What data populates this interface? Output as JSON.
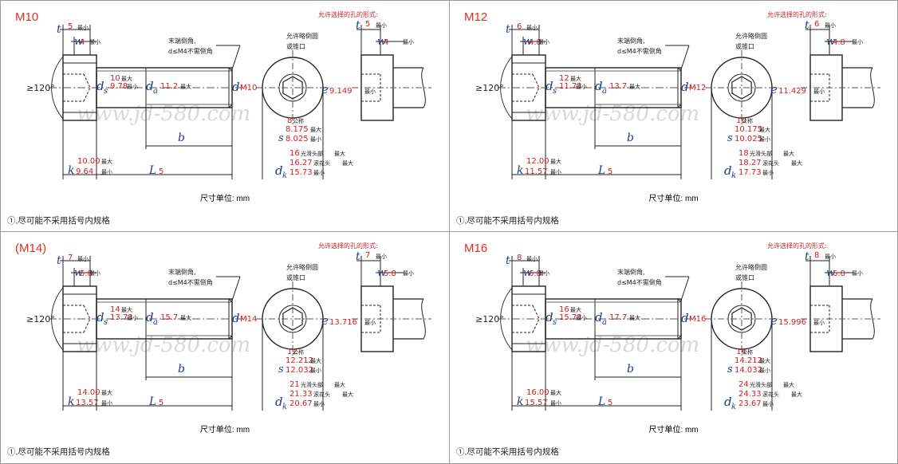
{
  "panels": [
    {
      "size": "M10",
      "t": "5",
      "w": "4",
      "ds_max": "10",
      "ds_min": "9.78",
      "da": "11.2",
      "thread": "M10",
      "e": "9.149",
      "s_nom": "8",
      "s_max": "8.175",
      "s_min": "8.025",
      "dk_smooth": "16",
      "dk_knurl": "16.27",
      "dk_min": "15.73",
      "k_max": "10.00",
      "k_min": "9.64"
    },
    {
      "size": "M12",
      "t": "6",
      "w": "4.8",
      "ds_max": "12",
      "ds_min": "11.73",
      "da": "13.7",
      "thread": "M12",
      "e": "11.429",
      "s_nom": "10",
      "s_max": "10.175",
      "s_min": "10.025",
      "dk_smooth": "18",
      "dk_knurl": "18.27",
      "dk_min": "17.73",
      "k_max": "12.00",
      "k_min": "11.57"
    },
    {
      "size": "(M14)",
      "t": "7",
      "w": "5.8",
      "ds_max": "14",
      "ds_min": "13.73",
      "da": "15.7",
      "thread": "M14",
      "e": "13.716",
      "s_nom": "12",
      "s_max": "12.212",
      "s_min": "12.032",
      "dk_smooth": "21",
      "dk_knurl": "21.33",
      "dk_min": "20.67",
      "k_max": "14.00",
      "k_min": "13.57"
    },
    {
      "size": "M16",
      "t": "8",
      "w": "6.8",
      "ds_max": "16",
      "ds_min": "15.73",
      "da": "17.7",
      "thread": "M16",
      "e": "15.996",
      "s_nom": "14",
      "s_max": "14.212",
      "s_min": "14.032",
      "dk_smooth": "24",
      "dk_knurl": "24.33",
      "dk_min": "23.67",
      "k_max": "16.00",
      "k_min": "15.57"
    }
  ],
  "labels": {
    "allowed_holes": "允许选择的孔的形式:",
    "end_chamfer_1": "末端倒角,",
    "end_chamfer_2": "d≤M4不需倒角",
    "allow_round_1": "允许略倒圆",
    "allow_round_2": "或锥口",
    "angle": "≥120°",
    "max": "最大",
    "min": "最小",
    "nominal": "公称",
    "smooth_head": "光滑头部",
    "knurled_head": "滚花头",
    "L": "L",
    "L_num": "5",
    "unit": "尺寸单位: mm",
    "footnote": "①,尽可能不采用括号内规格",
    "watermark": "www.jd-580.com",
    "sym_t": "t",
    "sym_w": "w",
    "sym_ds": "d",
    "sym_s_sub": "s",
    "sym_da_sub": "a",
    "sym_d": "d",
    "sym_e": "e",
    "sym_s": "s",
    "sym_b": "b",
    "sym_k": "k",
    "sym_dk_sub": "k"
  },
  "colors": {
    "label_red": "#e0301e",
    "symbol_blue": "#1a3c8c",
    "line": "#222222"
  }
}
